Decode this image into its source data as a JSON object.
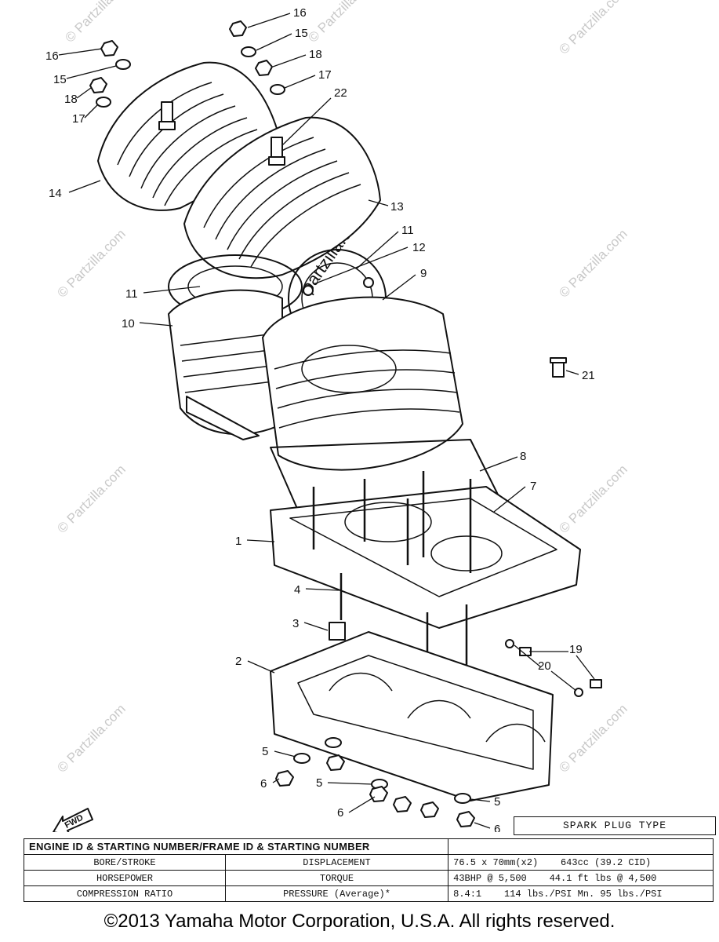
{
  "callouts": {
    "c1": "1",
    "c2": "2",
    "c3": "3",
    "c4": "4",
    "c5a": "5",
    "c5b": "5",
    "c5c": "5",
    "c6a": "6",
    "c6b": "6",
    "c6c": "6",
    "c7": "7",
    "c8": "8",
    "c9": "9",
    "c10": "10",
    "c11a": "11",
    "c11b": "11",
    "c12": "12",
    "c13": "13",
    "c14": "14",
    "c15a": "15",
    "c15b": "15",
    "c16a": "16",
    "c16b": "16",
    "c17a": "17",
    "c17b": "17",
    "c18a": "18",
    "c18b": "18",
    "c19": "19",
    "c20": "20",
    "c21": "21",
    "c22": "22"
  },
  "watermark": "© Partzilla.com",
  "watermark_center": "partzilla.com",
  "fwd_label": "FWD",
  "spark_plug_box": "SPARK PLUG TYPE",
  "spec_table": {
    "header": "ENGINE ID & STARTING NUMBER/FRAME ID & STARTING NUMBER",
    "rows": [
      {
        "label": "BORE/STROKE",
        "label2": "DISPLACEMENT",
        "value": "76.5 x 70mm(x2)",
        "value2": "643cc (39.2 CID)"
      },
      {
        "label": "HORSEPOWER",
        "label2": "TORQUE",
        "value": "43BHP @ 5,500",
        "value2": "44.1 ft lbs @ 4,500"
      },
      {
        "label": "COMPRESSION RATIO",
        "label2": "PRESSURE (Average)*",
        "value": "8.4:1",
        "value2": "114 lbs./PSI Mn. 95 lbs./PSI"
      }
    ]
  },
  "copyright": "©2013  Yamaha Motor Corporation, U.S.A. All rights reserved."
}
